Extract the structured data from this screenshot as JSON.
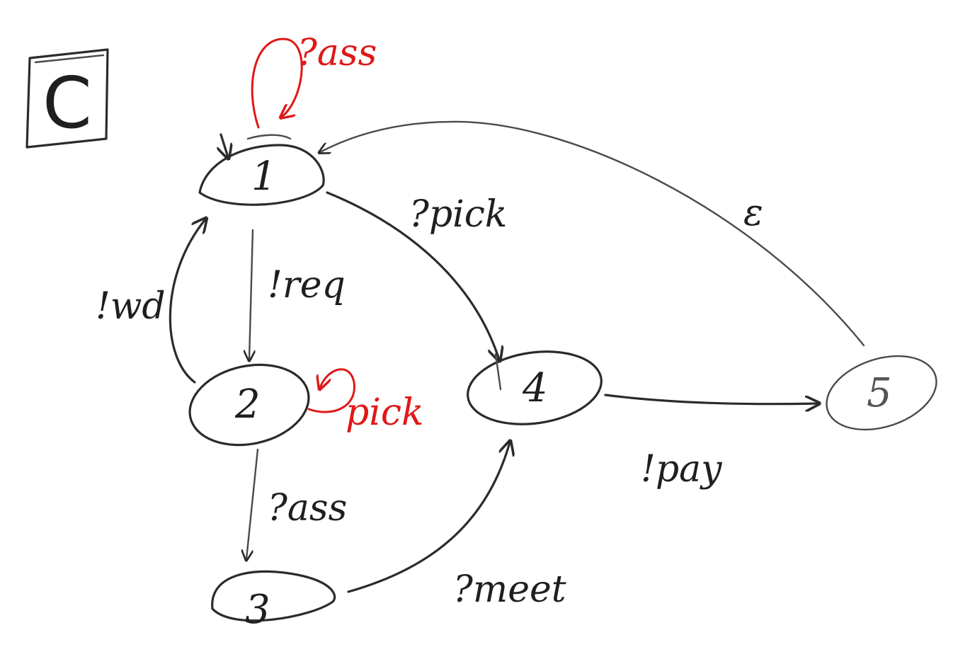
{
  "diagram": {
    "title": "C",
    "states": [
      {
        "id": "1",
        "label": "1"
      },
      {
        "id": "2",
        "label": "2"
      },
      {
        "id": "3",
        "label": "3"
      },
      {
        "id": "4",
        "label": "4"
      },
      {
        "id": "5",
        "label": "5"
      }
    ],
    "edges": [
      {
        "from": "1",
        "to": "2",
        "label": "!req"
      },
      {
        "from": "2",
        "to": "1",
        "label": "!wd"
      },
      {
        "from": "1",
        "to": "4",
        "label": "?pick"
      },
      {
        "from": "2",
        "to": "3",
        "label": "?ass"
      },
      {
        "from": "3",
        "to": "4",
        "label": "?meet"
      },
      {
        "from": "4",
        "to": "5",
        "label": "!pay"
      },
      {
        "from": "5",
        "to": "1",
        "label": "ε"
      }
    ],
    "red_loops": [
      {
        "state": "1",
        "label": "?ass",
        "color": "#e01818"
      },
      {
        "state": "2",
        "label": "pick",
        "color": "#e01818"
      }
    ]
  }
}
